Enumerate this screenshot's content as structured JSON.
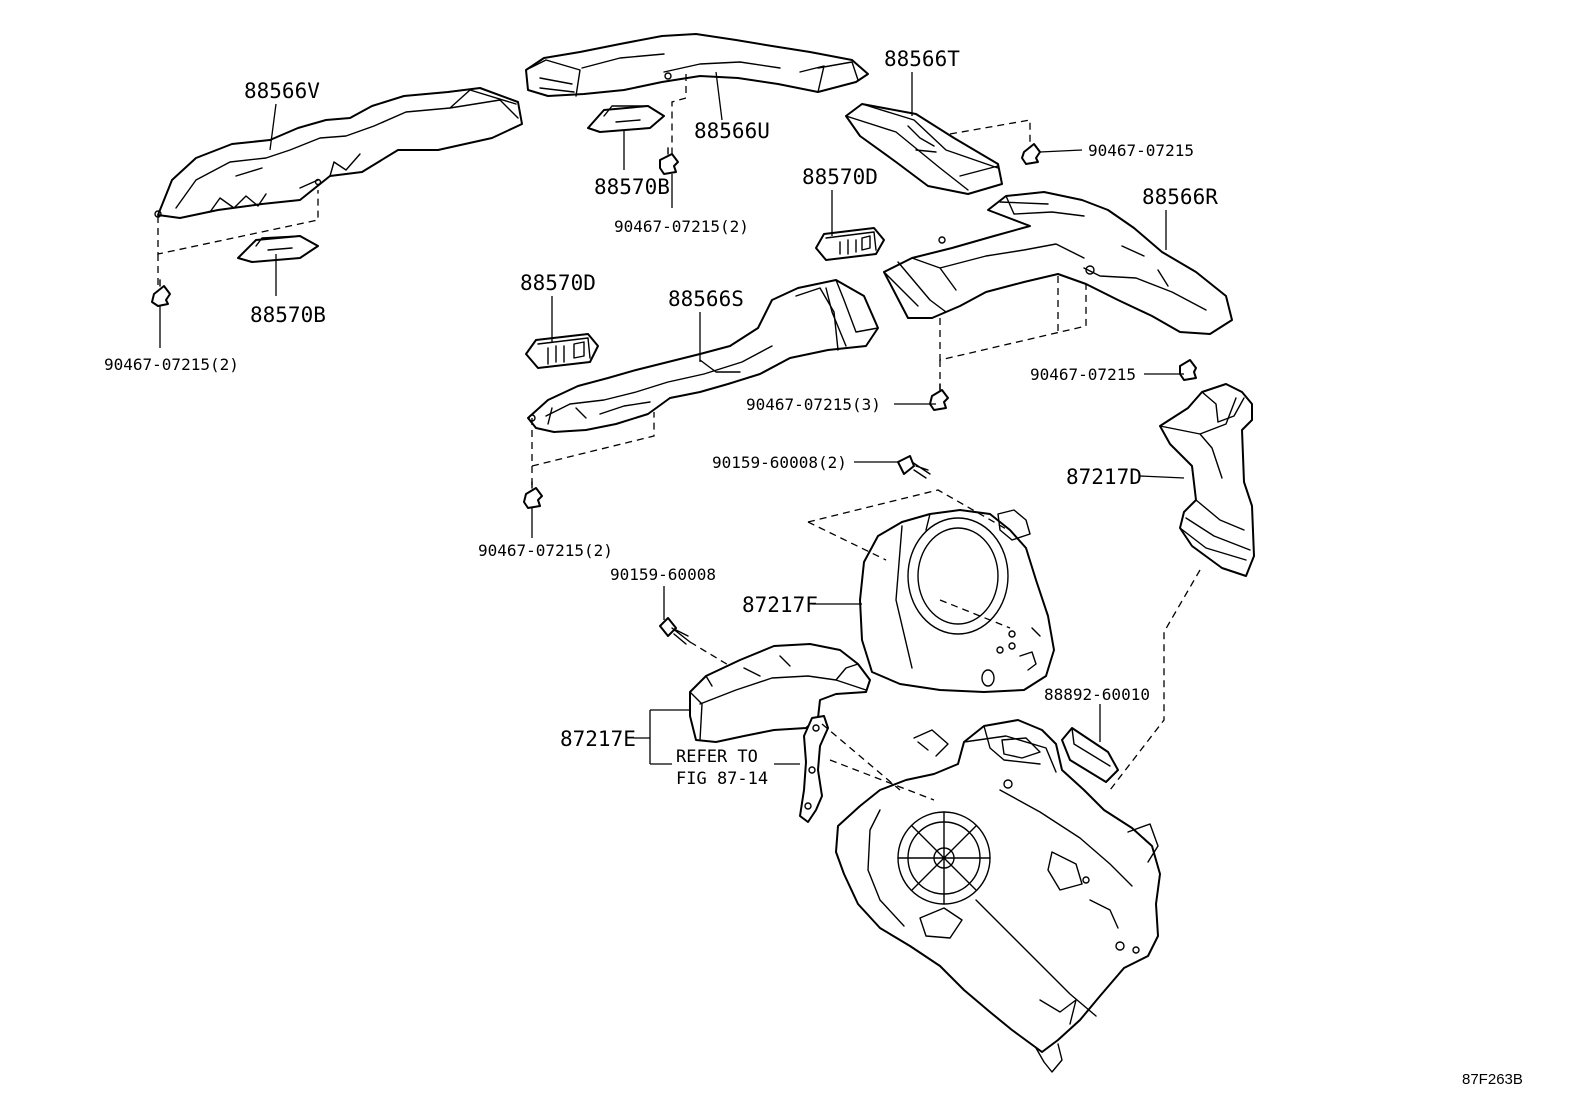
{
  "labels": {
    "p88566V": "88566V",
    "p88566U": "88566U",
    "p88566T": "88566T",
    "p88566R": "88566R",
    "p88566S": "88566S",
    "p88570B_upper": "88570B",
    "p88570B_lower": "88570B",
    "p88570D_upper": "88570D",
    "p88570D_lower": "88570D",
    "c90467_v_left": "90467-07215(2)",
    "c90467_u": "90467-07215(2)",
    "c90467_t": "90467-07215",
    "c90467_r": "90467-07215(3)",
    "c90467_d": "90467-07215",
    "c90467_s": "90467-07215(2)",
    "p87217D": "87217D",
    "p87217F": "87217F",
    "p87217E": "87217E",
    "c90159_2": "90159-60008(2)",
    "c90159_1": "90159-60008",
    "c88892": "88892-60010",
    "refer_line1": "REFER TO",
    "refer_line2": "FIG 87-14"
  },
  "figure_code": "87F263B"
}
